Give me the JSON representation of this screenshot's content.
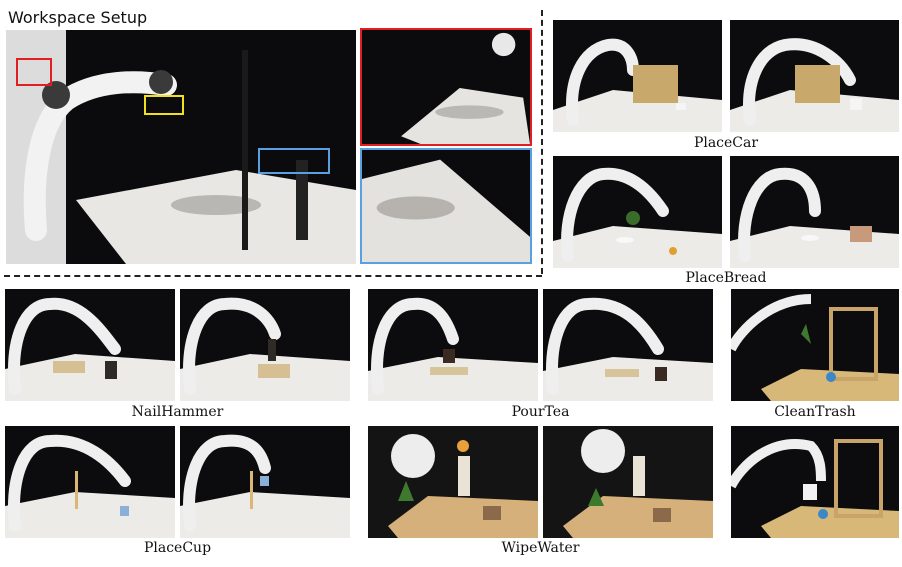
{
  "workspace": {
    "title": "Workspace Setup",
    "colors": {
      "red": "#e02020",
      "yellow": "#f0e020",
      "blue": "#5aa0e0"
    }
  },
  "captions": {
    "place_car": "PlaceCar",
    "place_bread": "PlaceBread",
    "nail_hammer": "NailHammer",
    "pour_tea": "PourTea",
    "clean_trash": "CleanTrash",
    "place_cup": "PlaceCup",
    "wipe_water": "WipeWater"
  }
}
